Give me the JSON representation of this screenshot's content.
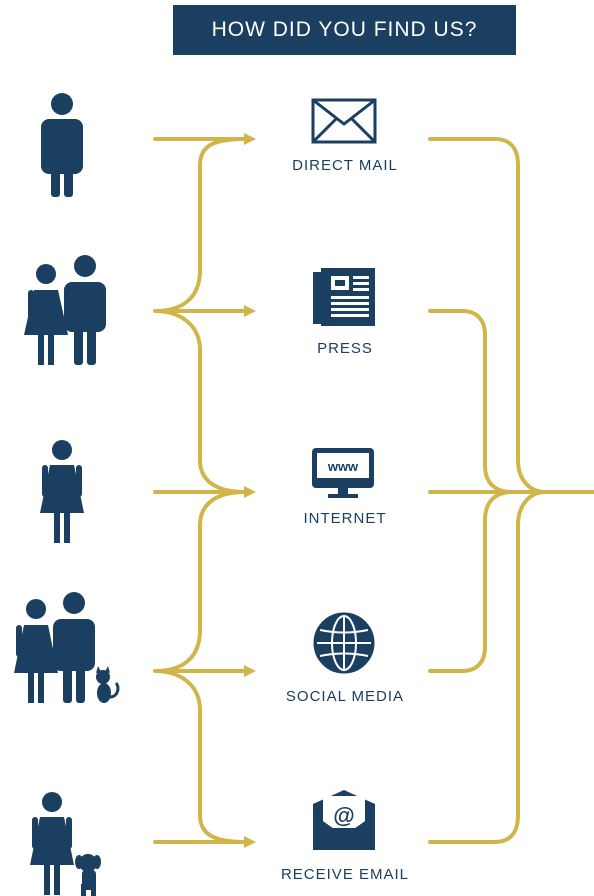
{
  "title": "HOW DID YOU FIND US?",
  "colors": {
    "navy": "#1b3f60",
    "gold": "#d2b54a"
  },
  "people": [
    {
      "name": "single-man",
      "icon": "man-icon"
    },
    {
      "name": "couple",
      "icon": "couple-icon"
    },
    {
      "name": "single-woman",
      "icon": "woman-icon"
    },
    {
      "name": "couple-with-cat",
      "icon": "couple-cat-icon"
    },
    {
      "name": "woman-with-dog",
      "icon": "woman-dog-icon"
    }
  ],
  "channels": [
    {
      "label": "DIRECT MAIL",
      "icon": "envelope-icon"
    },
    {
      "label": "PRESS",
      "icon": "newspaper-icon"
    },
    {
      "label": "INTERNET",
      "icon": "monitor-www-icon"
    },
    {
      "label": "SOCIAL MEDIA",
      "icon": "globe-icon"
    },
    {
      "label": "RECEIVE EMAIL",
      "icon": "email-envelope-icon"
    }
  ],
  "monitor_text": "www",
  "email_symbol": "@"
}
